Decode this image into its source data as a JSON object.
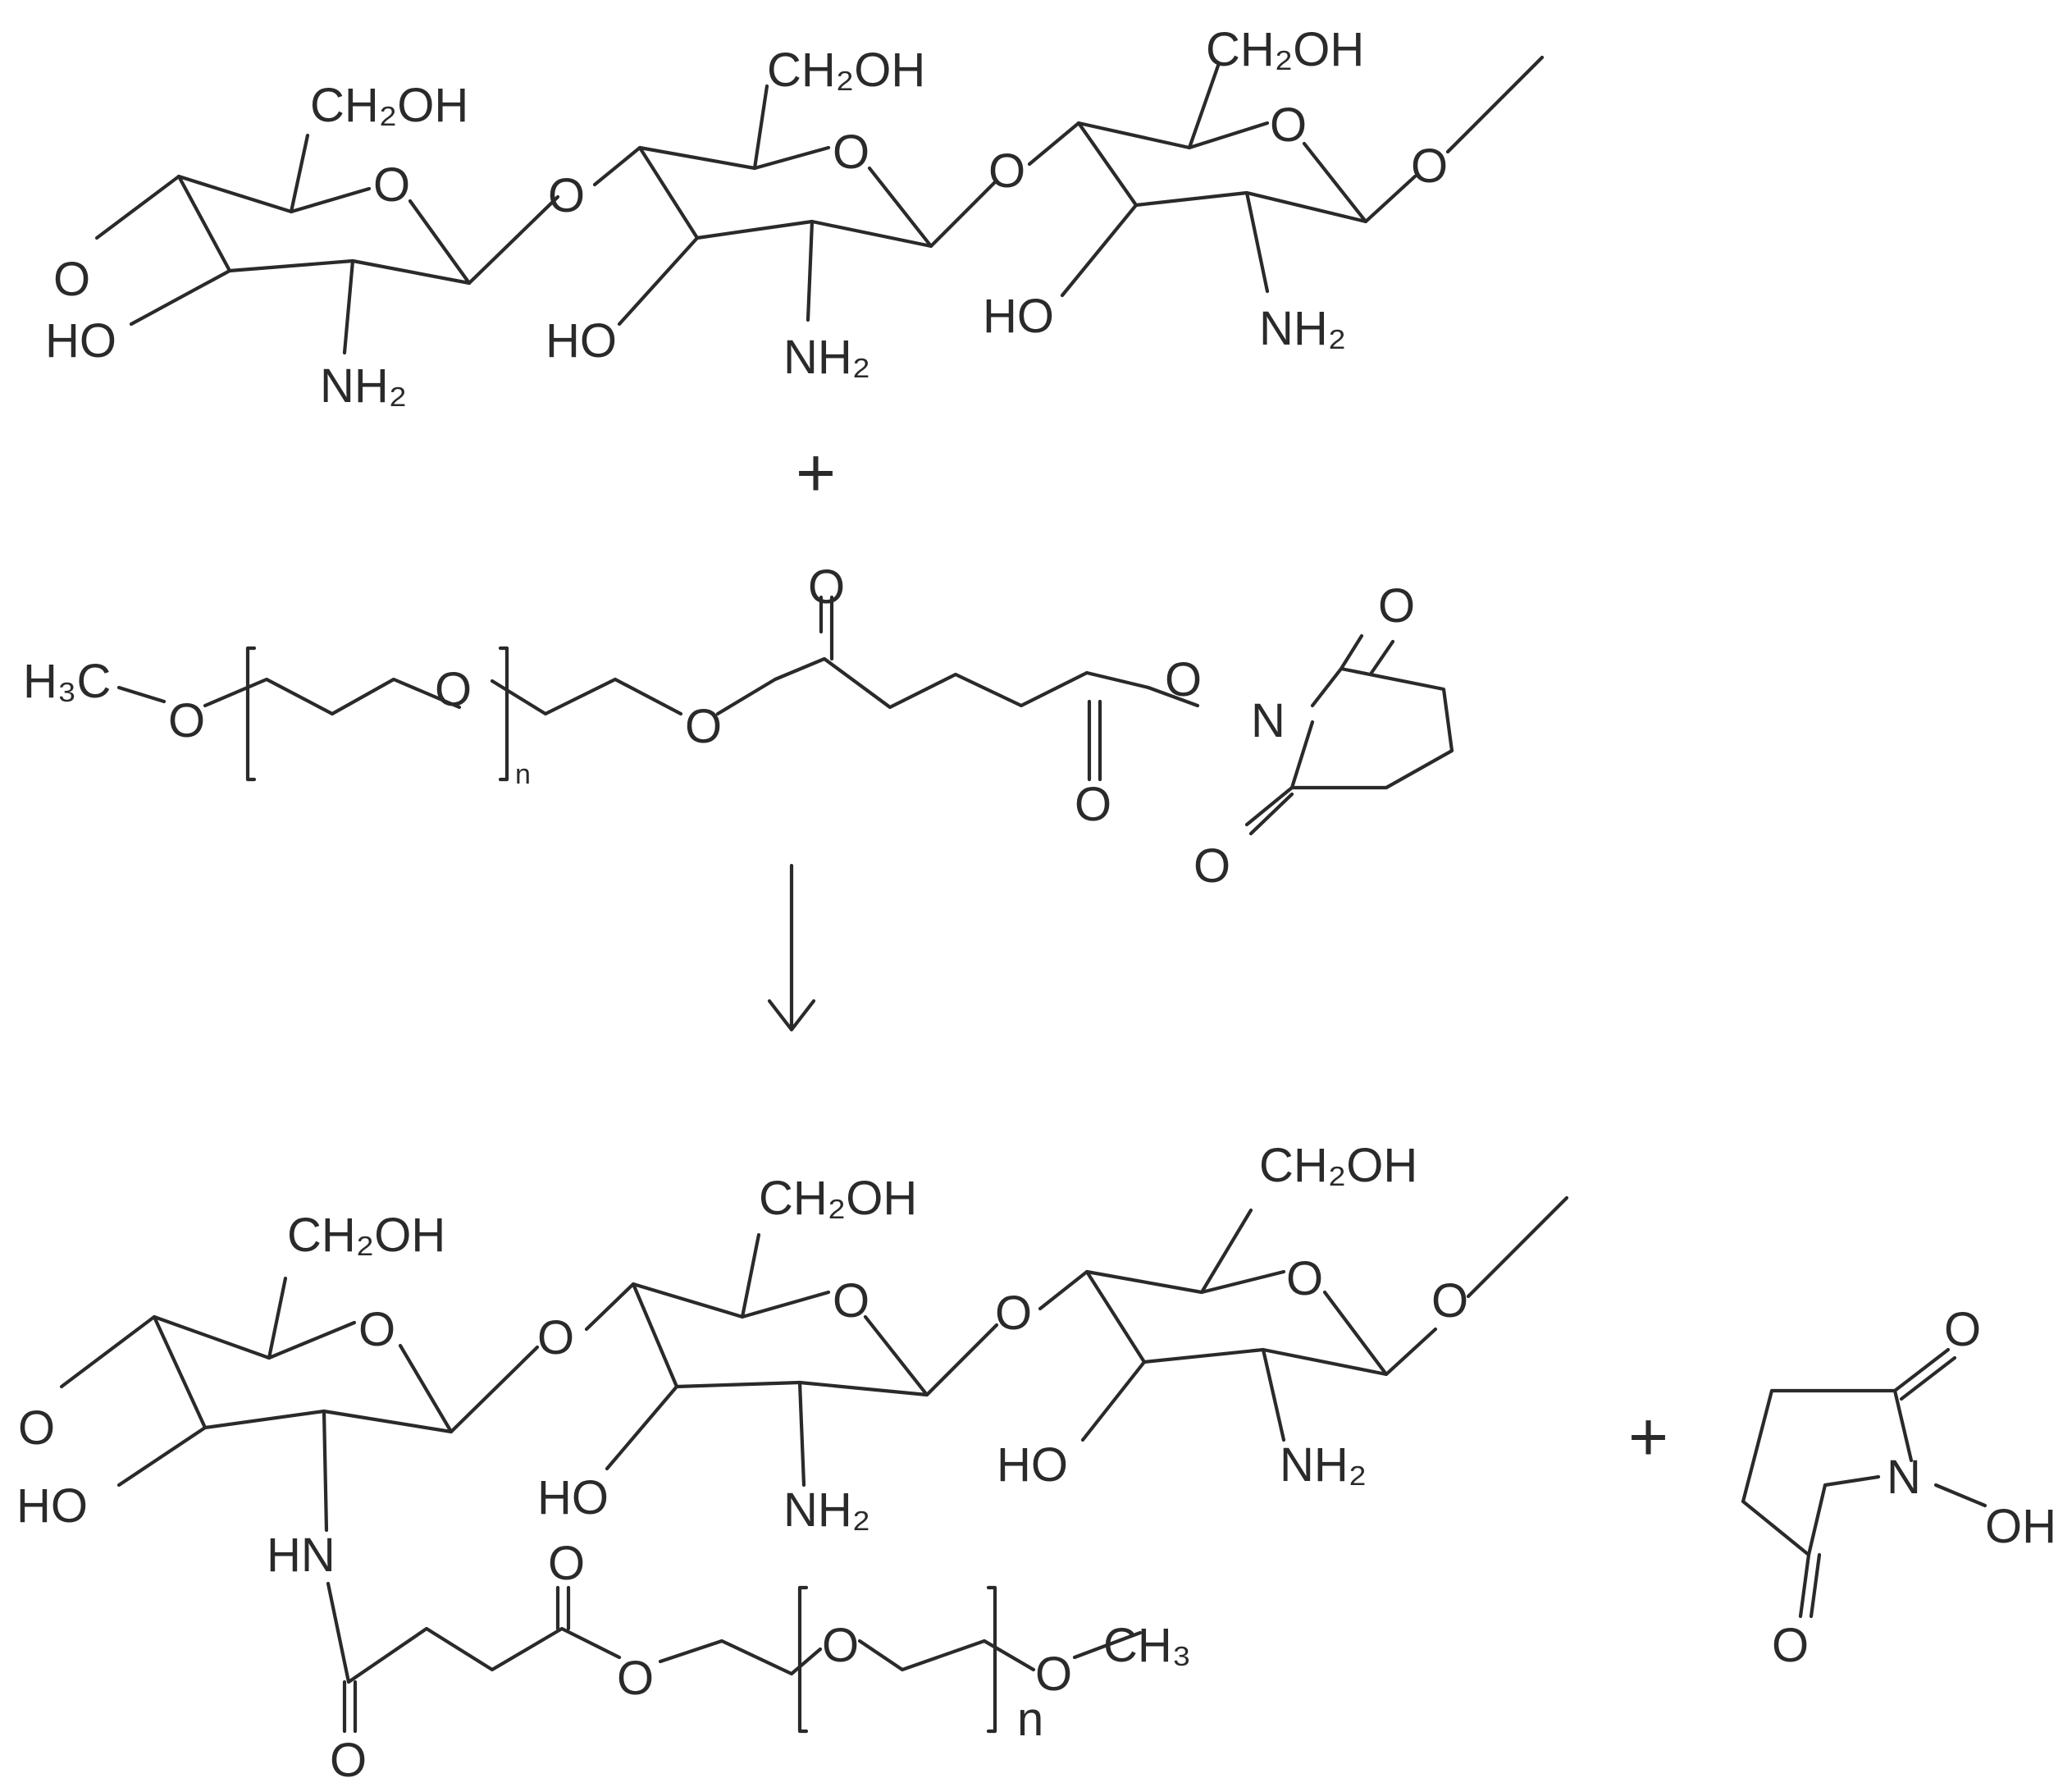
{
  "labels": {
    "ch2oh": "CH₂OH",
    "o": "O",
    "ho": "HO",
    "nh2": "NH₂",
    "hn": "HN",
    "n": "N",
    "oh": "OH",
    "h3c": "H₃C",
    "ch3": "CH₃",
    "repeat": "n",
    "plus": "+"
  }
}
